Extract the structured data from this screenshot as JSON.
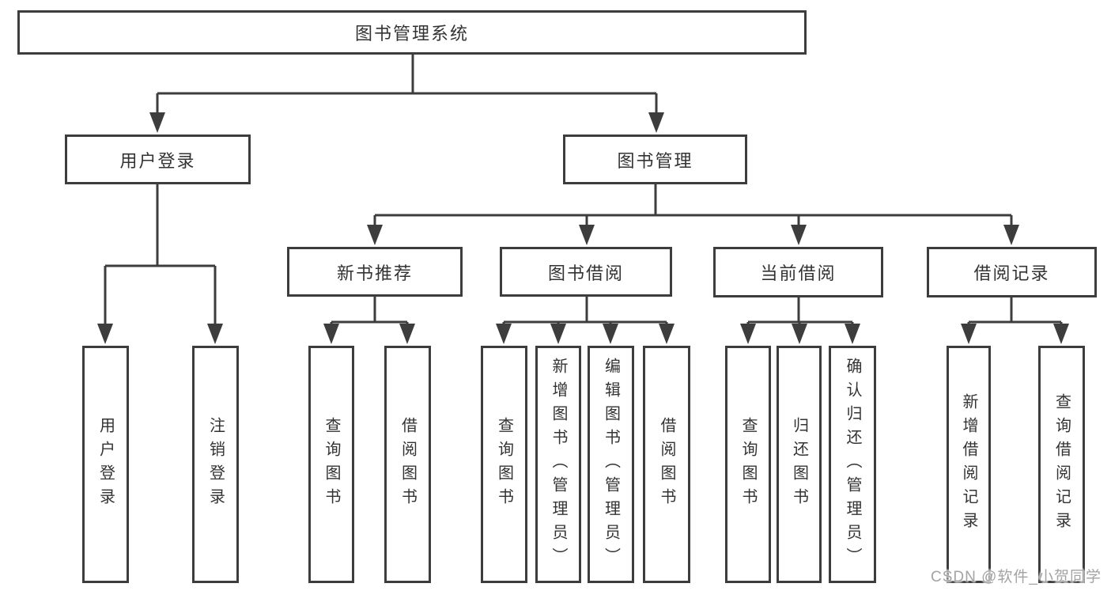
{
  "colors": {
    "background": "#ffffff",
    "line": "#3d3d3d",
    "text": "#333333",
    "watermark": "#a3a3a3"
  },
  "diagram": {
    "root": {
      "label": "图书管理系统"
    },
    "level2": {
      "user_login_group": {
        "label": "用户登录"
      },
      "book_management": {
        "label": "图书管理"
      }
    },
    "level3": {
      "new_book_recommend": {
        "label": "新书推荐"
      },
      "book_borrowing": {
        "label": "图书借阅"
      },
      "current_borrowing": {
        "label": "当前借阅"
      },
      "borrowing_records": {
        "label": "借阅记录"
      }
    },
    "leaves": {
      "user_login": [
        "用户登录",
        "注销登录"
      ],
      "new_book": [
        "查询图书",
        "借阅图书"
      ],
      "borrow": [
        "查询图书",
        "新增图书（管理员）",
        "编辑图书（管理员）",
        "借阅图书"
      ],
      "current": [
        "查询图书",
        "归还图书",
        "确认归还（管理员）"
      ],
      "records": [
        "新增借阅记录",
        "查询借阅记录"
      ]
    }
  },
  "watermark": "CSDN @软件_小贺同学"
}
